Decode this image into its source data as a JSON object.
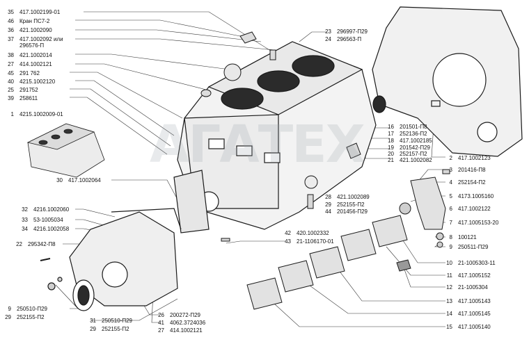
{
  "watermark": "АГАТЕХ",
  "callouts": [
    {
      "id": "35",
      "num": "35",
      "code": "417.1002199-01"
    },
    {
      "id": "46",
      "num": "46",
      "code": "Кран ПС7-2"
    },
    {
      "id": "36",
      "num": "36",
      "code": "421.1002090"
    },
    {
      "id": "37",
      "num": "37",
      "code": "417.1002092 или"
    },
    {
      "id": "37b",
      "num": "",
      "code": "296576-П"
    },
    {
      "id": "38",
      "num": "38",
      "code": "421.1002014"
    },
    {
      "id": "27a",
      "num": "27",
      "code": "414.1002121"
    },
    {
      "id": "45",
      "num": "45",
      "code": "291 762"
    },
    {
      "id": "40",
      "num": "40",
      "code": "4215.1002120"
    },
    {
      "id": "25",
      "num": "25",
      "code": "291752"
    },
    {
      "id": "39",
      "num": "39",
      "code": "258611"
    },
    {
      "id": "1",
      "num": "1",
      "code": "4215.1002009-01"
    },
    {
      "id": "30",
      "num": "30",
      "code": "417.1002064"
    },
    {
      "id": "32",
      "num": "32",
      "code": "4216.1002060"
    },
    {
      "id": "33",
      "num": "33",
      "code": "53-1005034"
    },
    {
      "id": "34",
      "num": "34",
      "code": "4216.1002058"
    },
    {
      "id": "22",
      "num": "22",
      "code": "295342-П8"
    },
    {
      "id": "9a",
      "num": "9",
      "code": "250510-П29"
    },
    {
      "id": "29a",
      "num": "29",
      "code": "252155-П2"
    },
    {
      "id": "31",
      "num": "31",
      "code": "250510-П29"
    },
    {
      "id": "29b",
      "num": "29",
      "code": "252155-П2"
    },
    {
      "id": "26",
      "num": "26",
      "code": "200272-П29"
    },
    {
      "id": "41",
      "num": "41",
      "code": "4062.3724036"
    },
    {
      "id": "27b",
      "num": "27",
      "code": "414.1002121"
    },
    {
      "id": "42",
      "num": "42",
      "code": "420.1002332"
    },
    {
      "id": "43",
      "num": "43",
      "code": "21-1106170-01"
    },
    {
      "id": "28",
      "num": "28",
      "code": "421.1002089"
    },
    {
      "id": "29c",
      "num": "29",
      "code": "252155-П2"
    },
    {
      "id": "44",
      "num": "44",
      "code": "201456-П29"
    },
    {
      "id": "23",
      "num": "23",
      "code": "296997-П29"
    },
    {
      "id": "24",
      "num": "24",
      "code": "296563-П"
    },
    {
      "id": "16",
      "num": "16",
      "code": "201501-П8"
    },
    {
      "id": "17",
      "num": "17",
      "code": "252136-П2"
    },
    {
      "id": "18",
      "num": "18",
      "code": "417.1002185"
    },
    {
      "id": "19",
      "num": "19",
      "code": "201542-П29"
    },
    {
      "id": "20",
      "num": "20",
      "code": "252157-П2"
    },
    {
      "id": "21",
      "num": "21",
      "code": "421.1002082"
    },
    {
      "id": "2",
      "num": "2",
      "code": "417.1002123"
    },
    {
      "id": "3",
      "num": "3",
      "code": "201416-П8"
    },
    {
      "id": "4",
      "num": "4",
      "code": "252154-П2"
    },
    {
      "id": "5",
      "num": "5",
      "code": "4173.1005160"
    },
    {
      "id": "6",
      "num": "6",
      "code": "417.1002122"
    },
    {
      "id": "7",
      "num": "7",
      "code": "417.1005153-20"
    },
    {
      "id": "8",
      "num": "8",
      "code": "100121"
    },
    {
      "id": "9b",
      "num": "9",
      "code": "250511-П29"
    },
    {
      "id": "10",
      "num": "10",
      "code": "21-1005303-11"
    },
    {
      "id": "11",
      "num": "11",
      "code": "417.1005152"
    },
    {
      "id": "12",
      "num": "12",
      "code": "21-1005304"
    },
    {
      "id": "13",
      "num": "13",
      "code": "417.1005143"
    },
    {
      "id": "14",
      "num": "14",
      "code": "417.1005145"
    },
    {
      "id": "15",
      "num": "15",
      "code": "417.1005140"
    }
  ]
}
